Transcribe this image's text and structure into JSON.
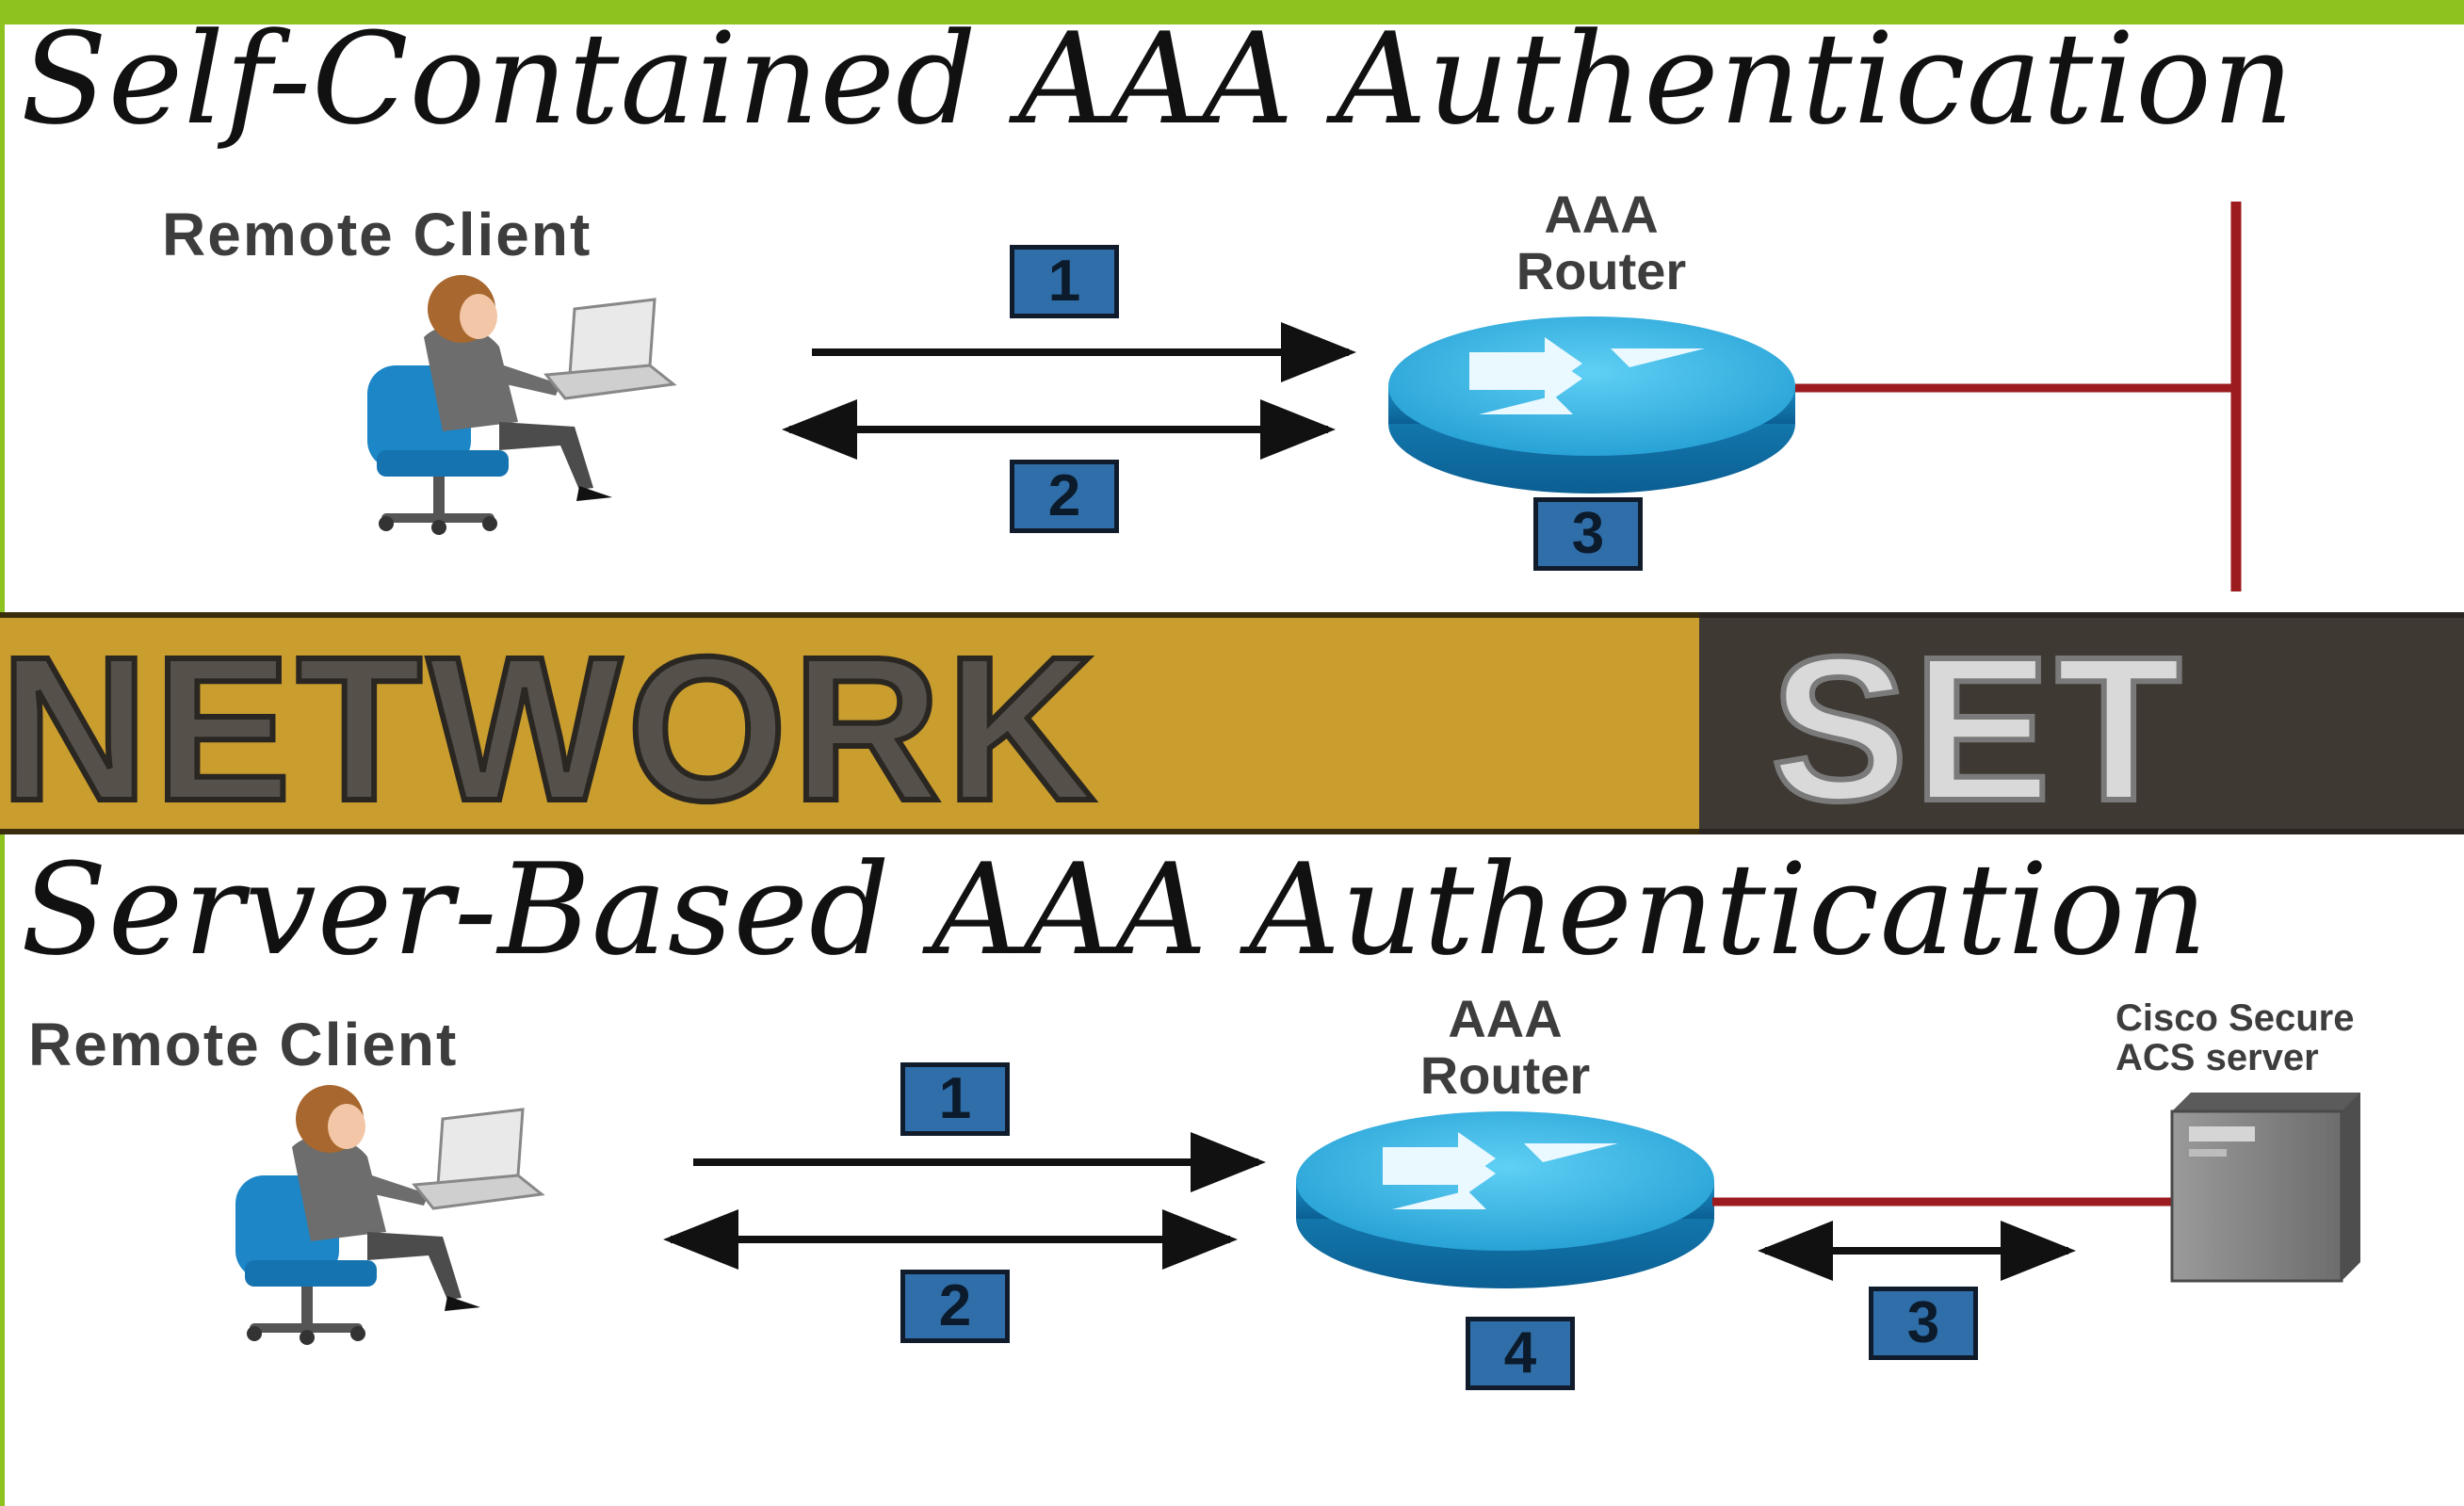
{
  "colors": {
    "accent_bar": "#8dc21f",
    "banner_gold": "#c99d2e",
    "banner_dark": "#3f3934",
    "step_box": "#2f6ea8",
    "link_line": "#9b1b1e",
    "router": "#29a6d8"
  },
  "top_diagram": {
    "title": "Self-Contained AAA Authentication",
    "client_label": "Remote Client",
    "router_label_line1": "AAA",
    "router_label_line2": "Router",
    "steps": [
      "1",
      "2",
      "3"
    ]
  },
  "banner": {
    "word1": "NETWORK",
    "word2": "SET"
  },
  "bottom_diagram": {
    "title": "Server-Based AAA Authentication",
    "client_label": "Remote Client",
    "router_label_line1": "AAA",
    "router_label_line2": "Router",
    "server_label_line1": "Cisco Secure",
    "server_label_line2": "ACS server",
    "steps": [
      "1",
      "2",
      "4",
      "3"
    ]
  },
  "icons": [
    "person-at-computer-icon",
    "router-icon",
    "server-tower-icon",
    "arrow-right-icon",
    "double-arrow-icon"
  ]
}
